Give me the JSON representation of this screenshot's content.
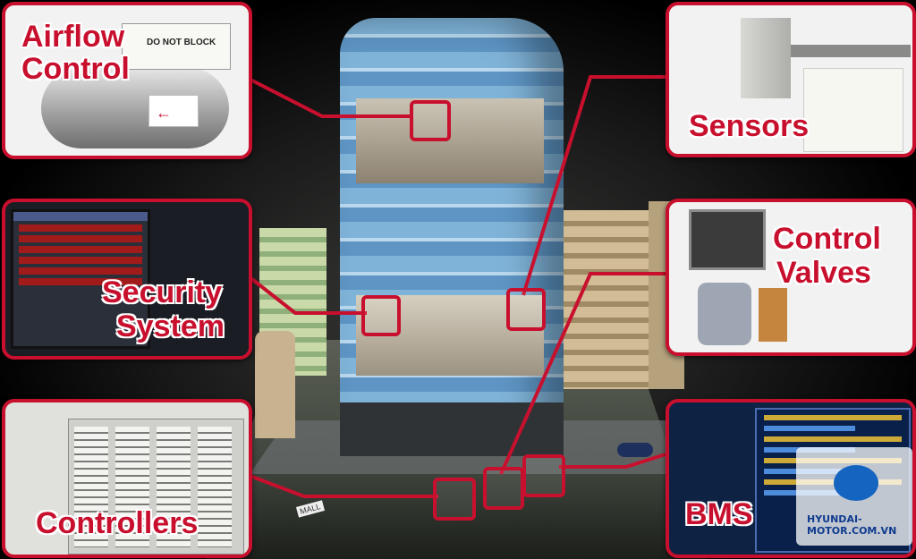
{
  "labels": {
    "airflow": [
      "Airflow",
      "Control"
    ],
    "security": [
      "Security",
      "System"
    ],
    "controllers": "Controllers",
    "sensors": "Sensors",
    "valves": [
      "Control",
      "Valves"
    ],
    "bms": "BMS"
  },
  "device_text": {
    "airflow_box": "DO NOT BLOCK",
    "mall_sign": "MALL"
  },
  "watermark": "HYUNDAI-MOTOR.COM.VN",
  "colors": {
    "accent": "#c8102e",
    "panel_bg": "#f2f2f2",
    "background": "#000000"
  }
}
